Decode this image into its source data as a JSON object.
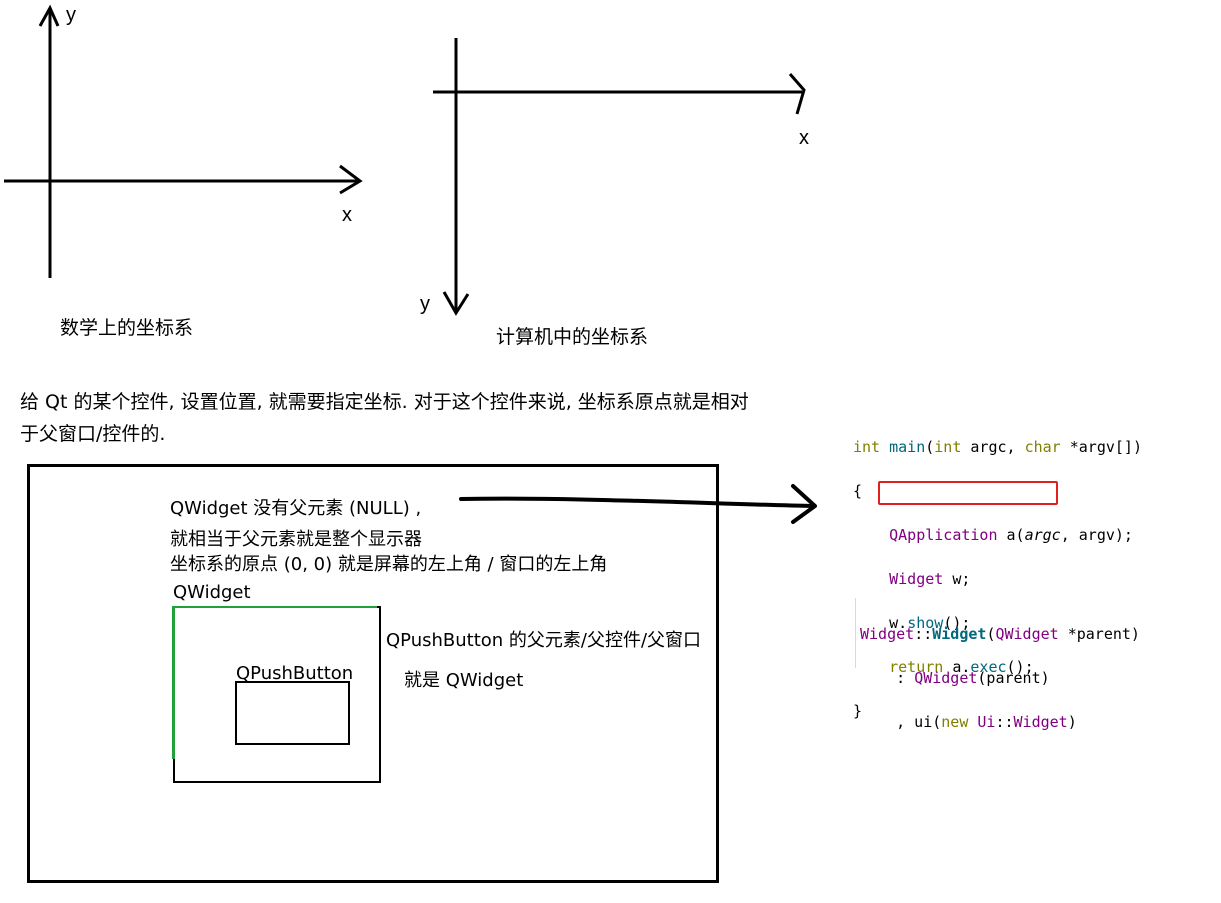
{
  "math_axes": {
    "y_label": "y",
    "x_label": "x",
    "caption": "数学上的坐标系"
  },
  "computer_axes": {
    "x_label": "x",
    "y_label": "y",
    "caption": "计算机中的坐标系"
  },
  "paragraph": {
    "line1": "给 Qt 的某个控件, 设置位置, 就需要指定坐标. 对于这个控件来说, 坐标系原点就是相对",
    "line2": "于父窗口/控件的."
  },
  "diagram": {
    "note_line1": "QWidget 没有父元素 (NULL) ,",
    "note_line2": "就相当于父元素就是整个显示器",
    "note_line3": "坐标系的原点 (0, 0) 就是屏幕的左上角 / 窗口的左上角",
    "qwidget_label": "QWidget",
    "qpushbutton_label": "QPushButton",
    "parent_note_line1": "QPushButton 的父元素/父控件/父窗口",
    "parent_note_line2": "就是 QWidget"
  },
  "code_main": {
    "l1_int": "int",
    "l1_main": "main",
    "l1_open": "(",
    "l1_int2": "int",
    "l1_argc": " argc, ",
    "l1_char": "char",
    "l1_rest": " *argv[])",
    "l2": "{",
    "l3_type": "QApplication",
    "l3_a": " a(",
    "l3_argc": "argc",
    "l3_rest": ", argv);",
    "l4_type": "Widget",
    "l4_rest": " w;",
    "l5_w": "w.",
    "l5_show": "show",
    "l5_rest": "();",
    "l6_return": "return",
    "l6_a": " a.",
    "l6_exec": "exec",
    "l6_rest": "();",
    "l7": "}"
  },
  "code_ctor": {
    "l1_type": "Widget",
    "l1_sep": "::",
    "l1_fn": "Widget",
    "l1_open": "(",
    "l1_param_type": "QWidget",
    "l1_rest": " *parent)",
    "l2_colon": ": ",
    "l2_type": "QWidget",
    "l2_rest": "(parent)",
    "l3_comma": ", ui(",
    "l3_new": "new",
    "l3_ns": " Ui",
    "l3_sep": "::",
    "l3_type": "Widget",
    "l3_close": ")"
  },
  "colors": {
    "keyword": "#808000",
    "type": "#800080",
    "function": "#00677c",
    "highlight_box": "#e02020",
    "green_edge": "#22a03a"
  }
}
